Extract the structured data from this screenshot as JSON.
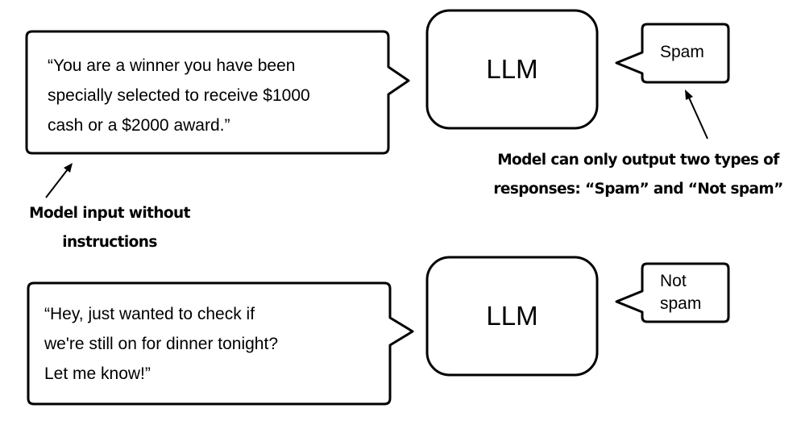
{
  "examples": [
    {
      "input_text": "“You are a winner you have been\nspecially selected to receive $1000\ncash or a $2000 award.”",
      "model_label": "LLM",
      "output_text": "Spam"
    },
    {
      "input_text": "“Hey, just wanted to check if\nwe're still on for dinner tonight?\nLet me know!”",
      "model_label": "LLM",
      "output_text": "Not\nspam"
    }
  ],
  "annotations": {
    "input_note": "Model input without\ninstructions",
    "output_note": "Model can only output two types of\nresponses: “Spam” and “Not spam”"
  }
}
